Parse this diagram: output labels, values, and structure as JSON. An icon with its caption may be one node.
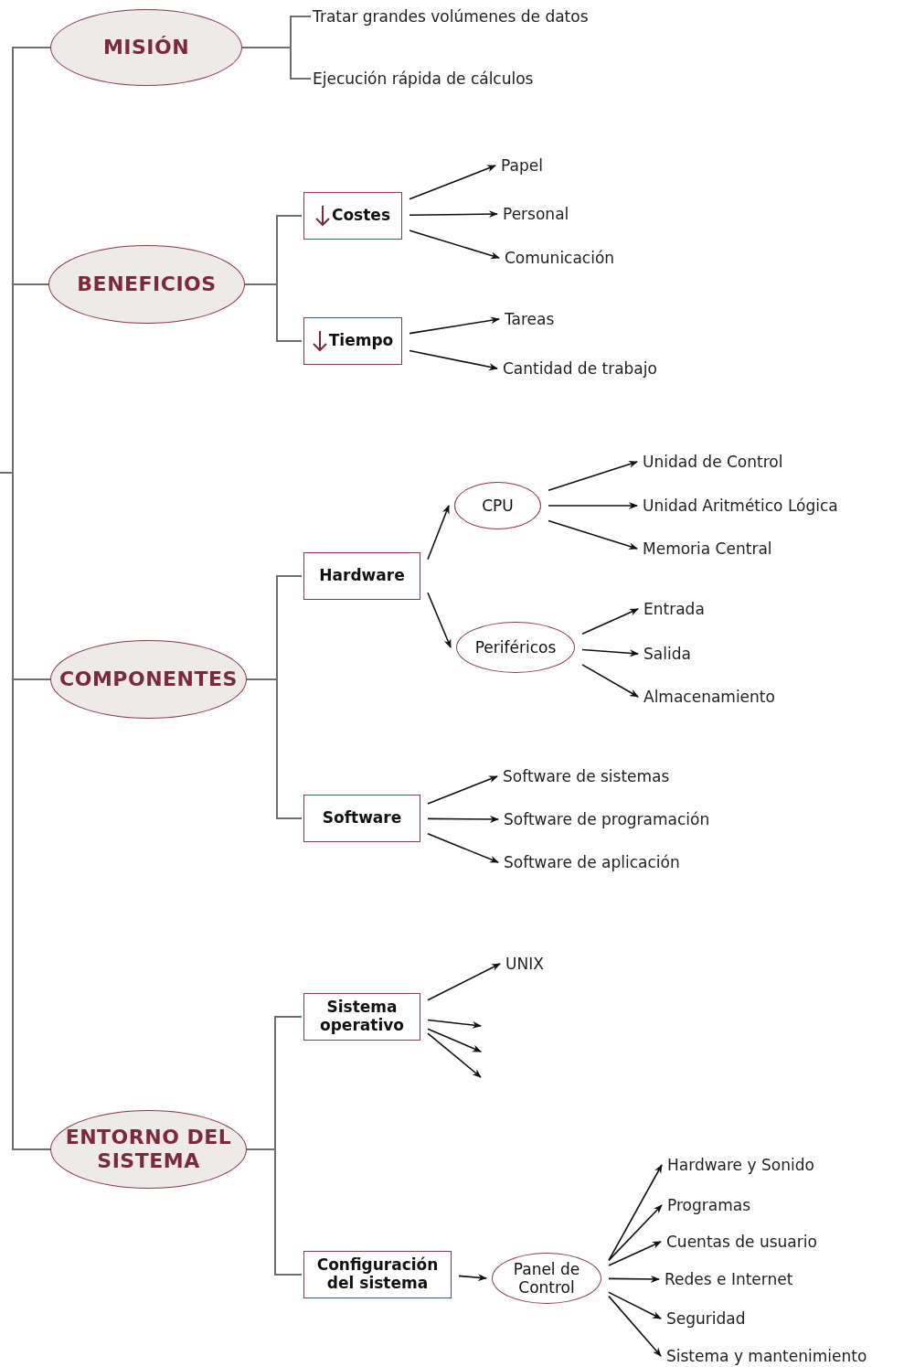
{
  "diagram": {
    "nodes": [
      {
        "text": [
          "MISIÓN"
        ]
      },
      {
        "text": [
          "Tratar grandes volúmenes de datos"
        ]
      },
      {
        "text": [
          "Ejecución rápida de cálculos"
        ]
      },
      {
        "text": [
          "BENEFICIOS"
        ]
      },
      {
        "text": [
          "Costes"
        ]
      },
      {
        "text": [
          "Tiempo"
        ]
      },
      {
        "text": [
          "Papel"
        ]
      },
      {
        "text": [
          "Personal"
        ]
      },
      {
        "text": [
          "Comunicación"
        ]
      },
      {
        "text": [
          "Tareas"
        ]
      },
      {
        "text": [
          "Cantidad de trabajo"
        ]
      },
      {
        "text": [
          "COMPONENTES"
        ]
      },
      {
        "text": [
          "Hardware"
        ]
      },
      {
        "text": [
          "CPU"
        ]
      },
      {
        "text": [
          "Unidad de Control"
        ]
      },
      {
        "text": [
          "Unidad Aritmético Lógica"
        ]
      },
      {
        "text": [
          "Memoria Central"
        ]
      },
      {
        "text": [
          "Periféricos"
        ]
      },
      {
        "text": [
          "Entrada"
        ]
      },
      {
        "text": [
          "Salida"
        ]
      },
      {
        "text": [
          "Almacenamiento"
        ]
      },
      {
        "text": [
          "Software"
        ]
      },
      {
        "text": [
          "Software de sistemas"
        ]
      },
      {
        "text": [
          "Software de programación"
        ]
      },
      {
        "text": [
          "Software de aplicación"
        ]
      },
      {
        "text": [
          "ENTORNO DEL SISTEMA"
        ]
      },
      {
        "text": [
          "Sistema operativo"
        ]
      },
      {
        "text": [
          "UNIX"
        ]
      },
      {
        "text": [
          "Configuración del sistema"
        ]
      },
      {
        "text": [
          "Panel de Control"
        ]
      },
      {
        "text": [
          "Hardware y Sonido"
        ]
      },
      {
        "text": [
          "Programas"
        ]
      },
      {
        "text": [
          "Cuentas de usuario"
        ]
      },
      {
        "text": [
          "Redes e Internet"
        ]
      },
      {
        "text": [
          "Seguridad"
        ]
      },
      {
        "text": [
          "Sistema y mantenimiento"
        ]
      }
    ],
    "edges": [
      {
        "from": null,
        "to": 0,
        "arrow": "none",
        "color": "#6e6e6e"
      },
      {
        "from": null,
        "to": 3,
        "arrow": "none",
        "color": "#6e6e6e"
      },
      {
        "from": null,
        "to": 11,
        "arrow": "none",
        "color": "#6e6e6e"
      },
      {
        "from": null,
        "to": 25,
        "arrow": "none",
        "color": "#6e6e6e"
      },
      {
        "from": 0,
        "to": 1,
        "arrow": "none",
        "color": "#6e6e6e"
      },
      {
        "from": 0,
        "to": 2,
        "arrow": "none",
        "color": "#6e6e6e"
      },
      {
        "from": 3,
        "to": 4,
        "arrow": "none",
        "color": "#6e6e6e"
      },
      {
        "from": 3,
        "to": 5,
        "arrow": "none",
        "color": "#6e6e6e"
      },
      {
        "from": 4,
        "to": 6,
        "arrow": "to"
      },
      {
        "from": 4,
        "to": 7,
        "arrow": "to"
      },
      {
        "from": 4,
        "to": 8,
        "arrow": "to"
      },
      {
        "from": 5,
        "to": 9,
        "arrow": "to"
      },
      {
        "from": 5,
        "to": 10,
        "arrow": "to"
      },
      {
        "from": 11,
        "to": 12,
        "arrow": "none",
        "color": "#6e6e6e"
      },
      {
        "from": 11,
        "to": 21,
        "arrow": "none",
        "color": "#6e6e6e"
      },
      {
        "from": 12,
        "to": 13,
        "arrow": "to"
      },
      {
        "from": 12,
        "to": 17,
        "arrow": "to"
      },
      {
        "from": 13,
        "to": 14,
        "arrow": "to"
      },
      {
        "from": 13,
        "to": 15,
        "arrow": "to"
      },
      {
        "from": 13,
        "to": 16,
        "arrow": "to"
      },
      {
        "from": 17,
        "to": 18,
        "arrow": "to"
      },
      {
        "from": 17,
        "to": 19,
        "arrow": "to"
      },
      {
        "from": 17,
        "to": 20,
        "arrow": "to"
      },
      {
        "from": 21,
        "to": 22,
        "arrow": "to"
      },
      {
        "from": 21,
        "to": 23,
        "arrow": "to"
      },
      {
        "from": 21,
        "to": 24,
        "arrow": "to"
      },
      {
        "from": 25,
        "to": 26,
        "arrow": "none",
        "color": "#6e6e6e"
      },
      {
        "from": 25,
        "to": 28,
        "arrow": "none",
        "color": "#6e6e6e"
      },
      {
        "from": 26,
        "to": 27,
        "arrow": "to"
      },
      {
        "from": 26,
        "to": null,
        "arrow": "to"
      },
      {
        "from": 26,
        "to": null,
        "arrow": "to"
      },
      {
        "from": 26,
        "to": null,
        "arrow": "to"
      },
      {
        "from": 28,
        "to": 29,
        "arrow": "to"
      },
      {
        "from": 29,
        "to": 30,
        "arrow": "to"
      },
      {
        "from": 29,
        "to": 31,
        "arrow": "to"
      },
      {
        "from": 29,
        "to": 32,
        "arrow": "to"
      },
      {
        "from": 29,
        "to": 33,
        "arrow": "to"
      },
      {
        "from": 29,
        "to": 34,
        "arrow": "to"
      },
      {
        "from": 29,
        "to": 35,
        "arrow": "to"
      }
    ]
  }
}
